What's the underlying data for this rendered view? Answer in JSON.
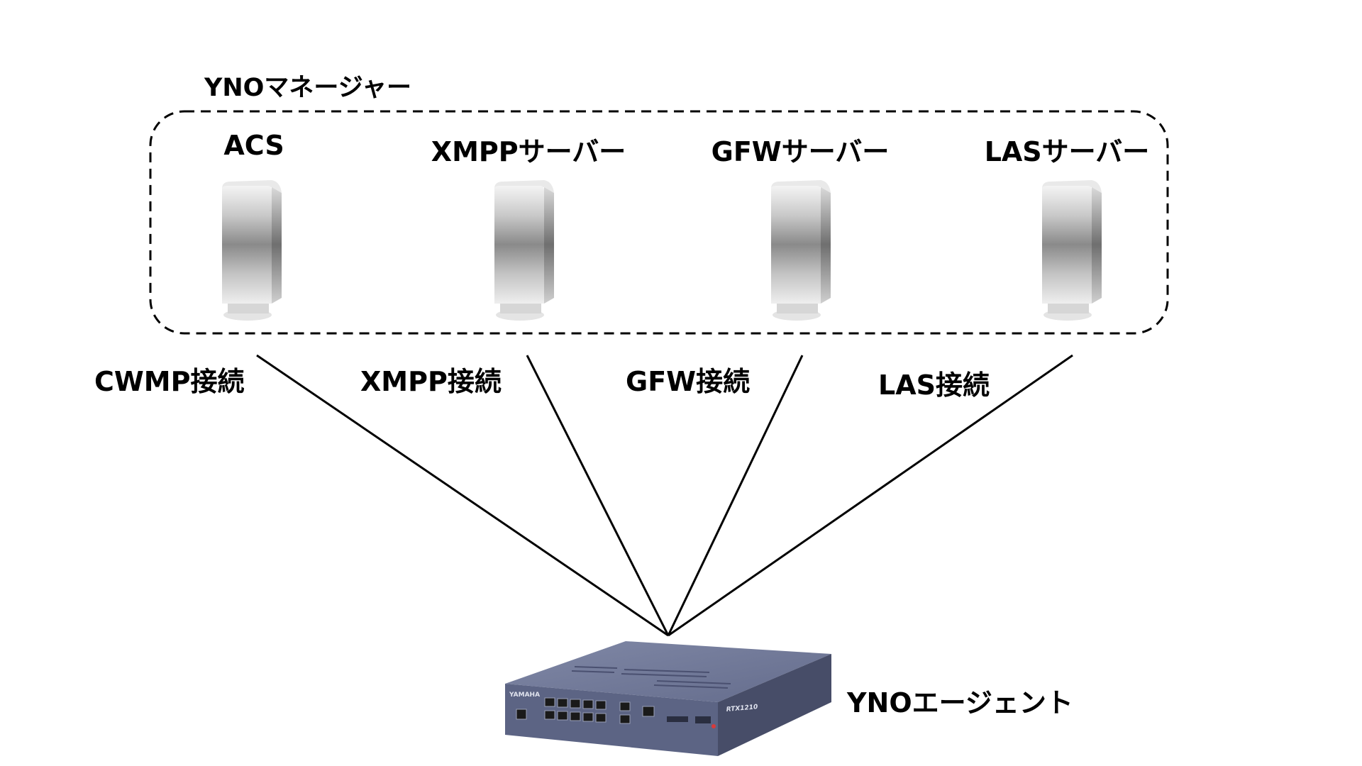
{
  "manager": {
    "title": "YNOマネージャー",
    "servers": [
      {
        "name": "ACS",
        "icon": "server-tower-icon"
      },
      {
        "name": "XMPPサーバー",
        "icon": "server-tower-icon"
      },
      {
        "name": "GFWサーバー",
        "icon": "server-tower-icon"
      },
      {
        "name": "LASサーバー",
        "icon": "server-tower-icon"
      }
    ]
  },
  "connections": [
    {
      "label": "CWMP接続"
    },
    {
      "label": "XMPP接続"
    },
    {
      "label": "GFW接続"
    },
    {
      "label": "LAS接続"
    }
  ],
  "agent": {
    "label": "YNOエージェント",
    "icon": "router-icon",
    "brand": "YAMAHA",
    "model": "RTX1210"
  },
  "colors": {
    "line": "#000000",
    "router_body": "#5c6484",
    "router_top": "#7a82a0",
    "server_light": "#f2f2f2",
    "server_dark": "#8e8e8e"
  }
}
